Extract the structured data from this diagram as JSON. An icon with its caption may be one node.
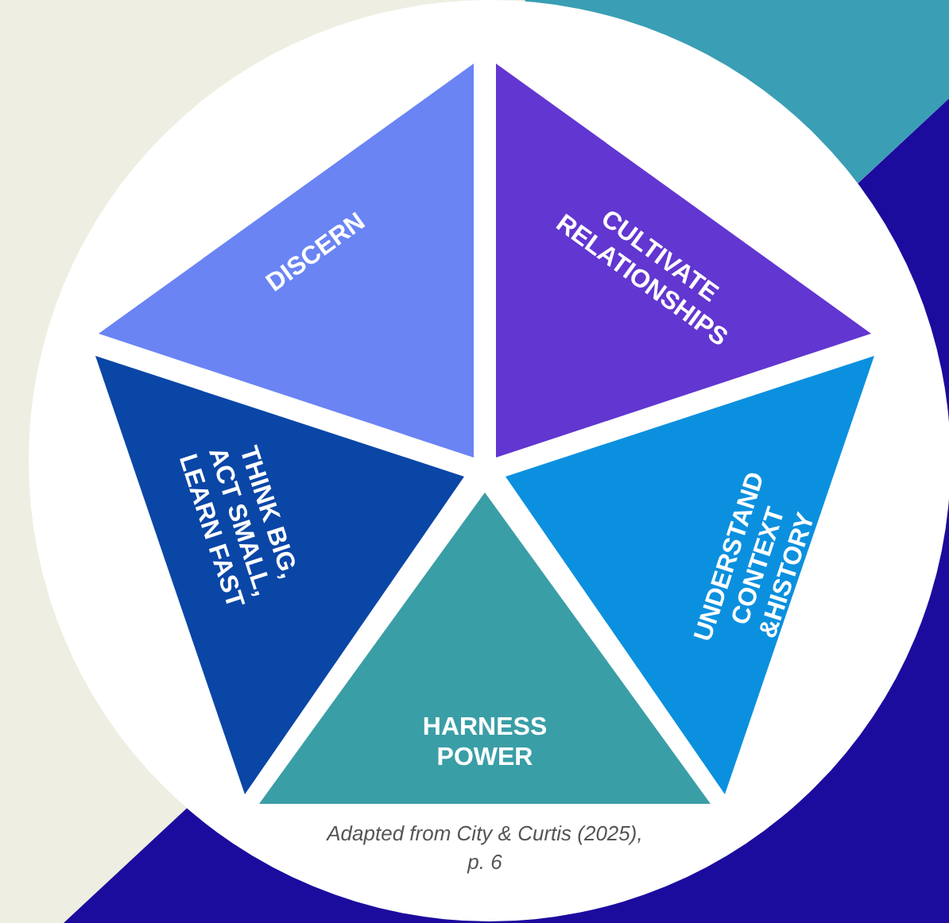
{
  "diagram": {
    "caption": "Adapted from City & Curtis (2025), p. 6",
    "nodes": [
      {
        "text": [
          "DISCERN"
        ]
      },
      {
        "text": [
          "CULTIVATE RELATIONSHIPS"
        ]
      },
      {
        "text": [
          "UNDERSTAND CONTEXT &HISTORY"
        ]
      },
      {
        "text": [
          "HARNESS POWER"
        ]
      },
      {
        "text": [
          "THINK BIG, ACT SMALL, LEARN FAST"
        ]
      }
    ]
  }
}
